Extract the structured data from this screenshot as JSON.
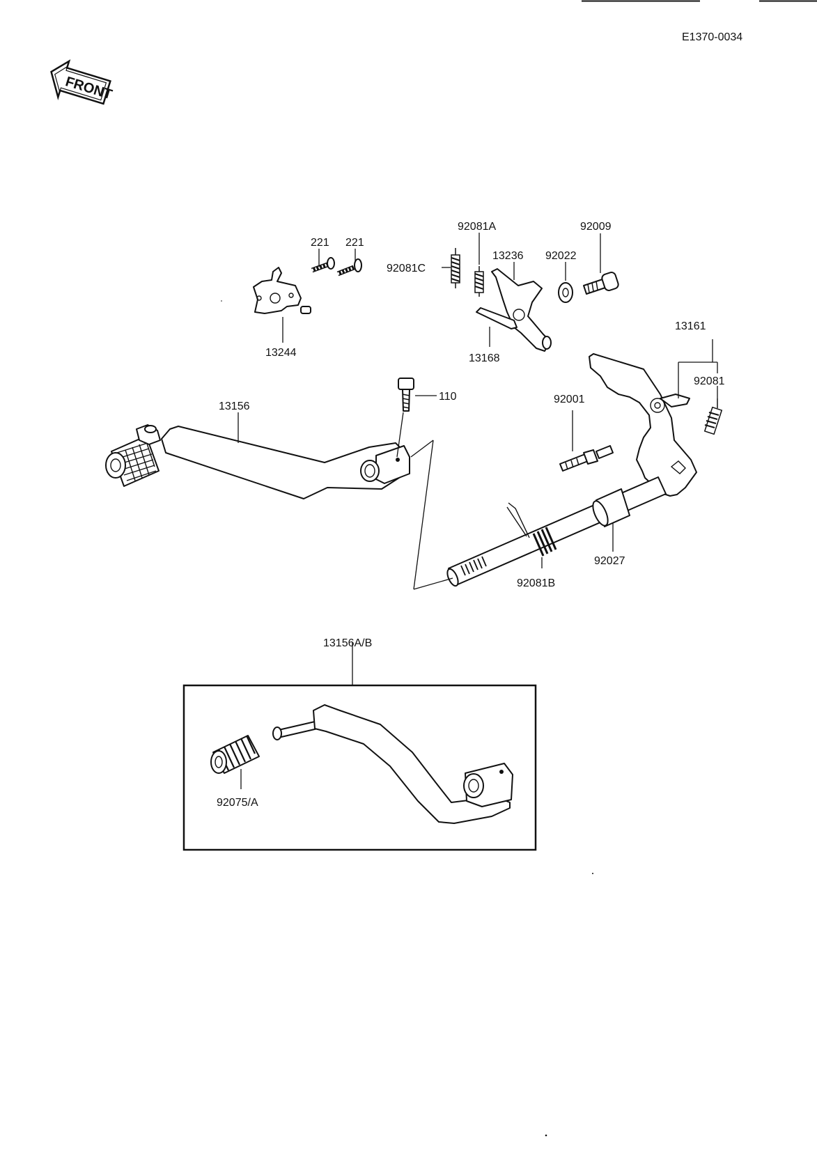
{
  "document": {
    "code": "E1370-0034",
    "front_label": "FRONT"
  },
  "callouts": {
    "screw_1": "221",
    "screw_2": "221",
    "plate": "13244",
    "spring_c": "92081C",
    "spring_a": "92081A",
    "lever_13236": "13236",
    "washer": "92022",
    "bolt_92009": "92009",
    "arm_13168": "13168",
    "shaft_13161": "13161",
    "spring_92081": "92081",
    "pedal": "13156",
    "bolt_110": "110",
    "stud": "92001",
    "collar": "92027",
    "spring_b": "92081B",
    "pedal_ab": "13156A/B",
    "rubber": "92075/A"
  }
}
